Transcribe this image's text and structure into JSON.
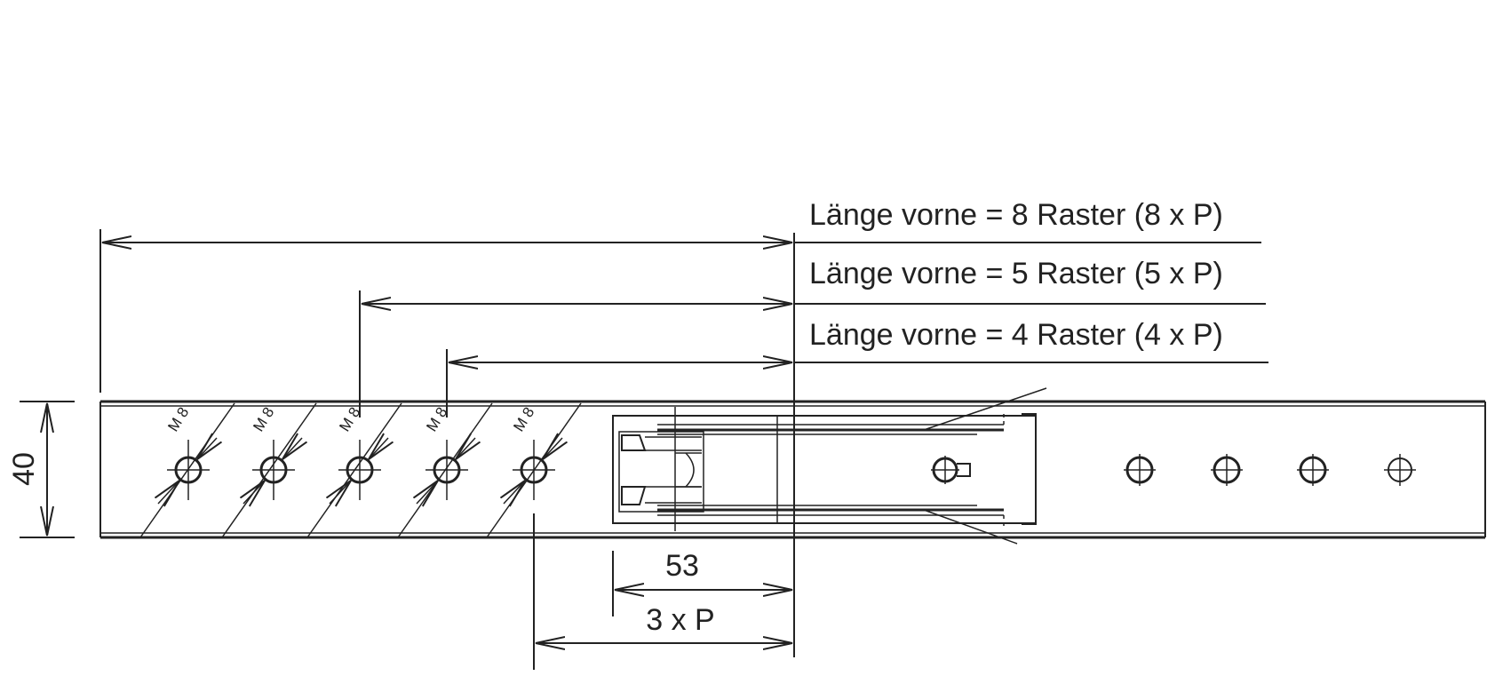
{
  "labels": {
    "length_8": "Länge vorne = 8 Raster (8 x P)",
    "length_5": "Länge vorne = 5 Raster (5 x P)",
    "length_4": "Länge vorne = 4 Raster (4 x P)",
    "height_dim": "40",
    "dim_53": "53",
    "dim_3xp": "3 x P",
    "thread": "M 8"
  },
  "front_hole_count": 5,
  "rear_hole_count": 4
}
